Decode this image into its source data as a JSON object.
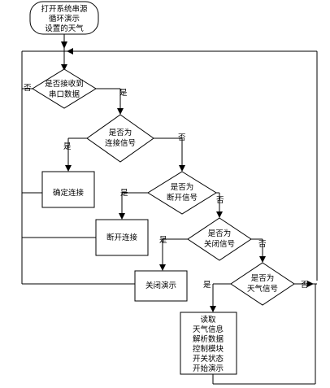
{
  "flowchart": {
    "start": {
      "lines": [
        "打开系统串源",
        "循环演示",
        "设置的天气"
      ]
    },
    "decisions": {
      "receive_data": {
        "lines": [
          "是否接收到",
          "串口数据"
        ]
      },
      "connect": {
        "lines": [
          "是否为",
          "连接信号"
        ]
      },
      "disconnect": {
        "lines": [
          "是否为",
          "断开信号"
        ]
      },
      "close": {
        "lines": [
          "是否为",
          "关闭信号"
        ]
      },
      "weather": {
        "lines": [
          "是否为",
          "天气信号"
        ]
      }
    },
    "processes": {
      "confirm_connect": "确定连接",
      "disconnect": "断开连接",
      "close_demo": "关闭演示",
      "weather_process": {
        "lines": [
          "读取",
          "天气信息",
          "解析数据",
          "控制模块",
          "开关状态",
          "开始演示"
        ]
      }
    },
    "labels": {
      "yes": "是",
      "no": "否"
    }
  }
}
